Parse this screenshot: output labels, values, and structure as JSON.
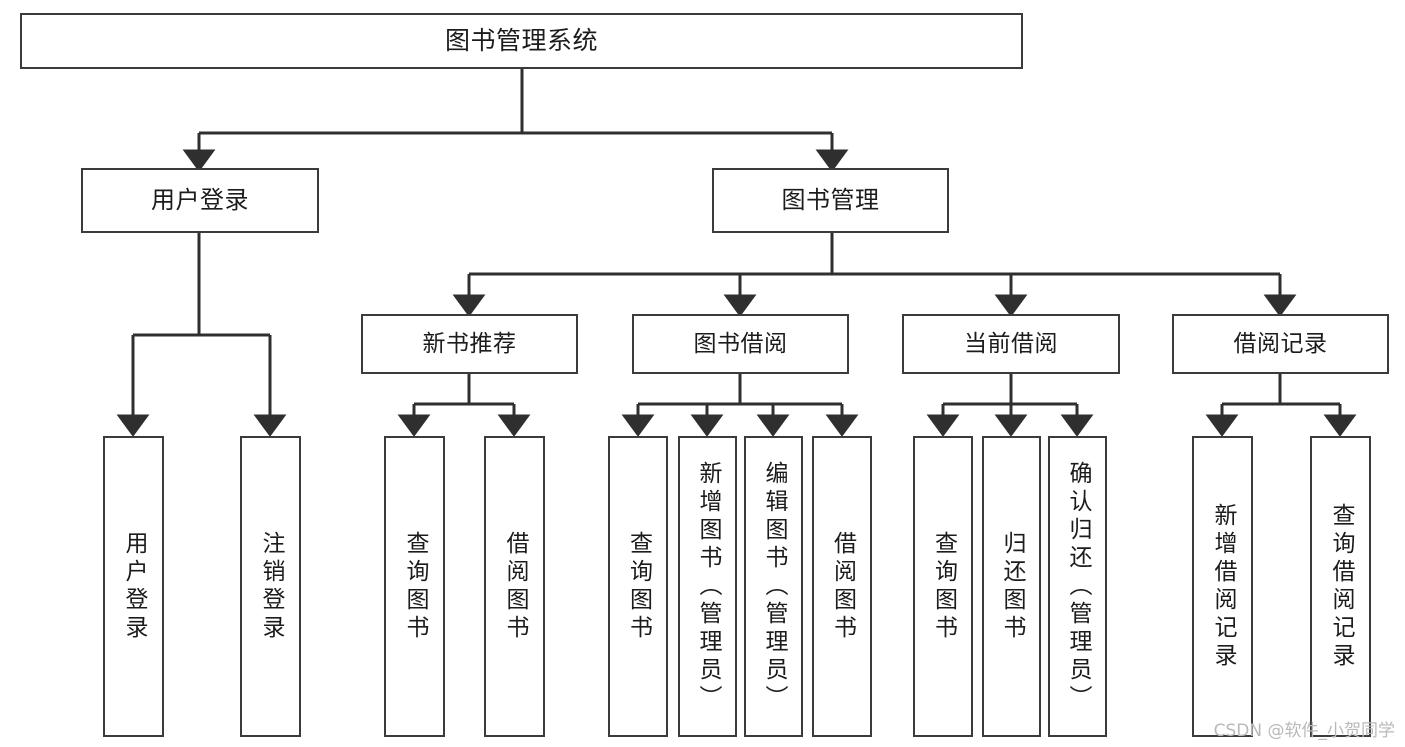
{
  "diagram": {
    "title": "图书管理系统",
    "watermark": "CSDN @软件_小贺同学",
    "colors": {
      "box_border": "#3b3b3b",
      "box_fill": "#ffffff",
      "edge": "#2f2f2f",
      "text": "#1c1c1c",
      "watermark": "#b9b9b9"
    },
    "nodes": {
      "root": {
        "label": "图书管理系统"
      },
      "level1": [
        {
          "id": "user-login",
          "label": "用户登录"
        },
        {
          "id": "book-manage",
          "label": "图书管理"
        }
      ],
      "level2": [
        {
          "id": "new-book-recommend",
          "label": "新书推荐"
        },
        {
          "id": "book-borrow",
          "label": "图书借阅"
        },
        {
          "id": "current-borrow",
          "label": "当前借阅"
        },
        {
          "id": "borrow-record",
          "label": "借阅记录"
        }
      ],
      "leaves": {
        "user-login": [
          {
            "id": "leaf-user-login",
            "label": "用户登录"
          },
          {
            "id": "leaf-logout-login",
            "label": "注销登录"
          }
        ],
        "new-book-recommend": [
          {
            "id": "leaf-query-book-1",
            "label": "查询图书"
          },
          {
            "id": "leaf-borrow-book-1",
            "label": "借阅图书"
          }
        ],
        "book-borrow": [
          {
            "id": "leaf-query-book-2",
            "label": "查询图书"
          },
          {
            "id": "leaf-add-book",
            "label": "新增图书（管理员）"
          },
          {
            "id": "leaf-edit-book",
            "label": "编辑图书（管理员）"
          },
          {
            "id": "leaf-borrow-book-2",
            "label": "借阅图书"
          }
        ],
        "current-borrow": [
          {
            "id": "leaf-query-book-3",
            "label": "查询图书"
          },
          {
            "id": "leaf-return-book",
            "label": "归还图书"
          },
          {
            "id": "leaf-confirm-return",
            "label": "确认归还（管理员）"
          }
        ],
        "borrow-record": [
          {
            "id": "leaf-add-record",
            "label": "新增借阅记录"
          },
          {
            "id": "leaf-query-record",
            "label": "查询借阅记录"
          }
        ]
      }
    }
  }
}
